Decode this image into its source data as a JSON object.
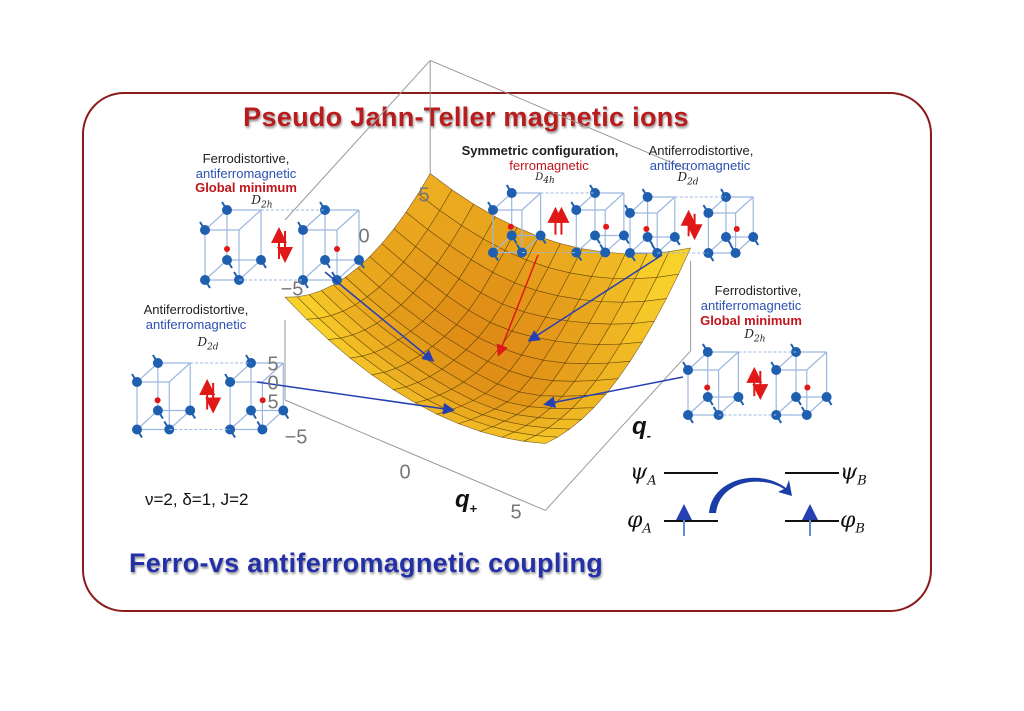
{
  "title": "Pseudo Jahn-Teller magnetic ions",
  "subtitle": "Ferro-vs antiferromagnetic coupling",
  "configs": [
    {
      "id": "a",
      "lines": [
        "Ferrodistortive,",
        "antiferromagnetic",
        "Global minimum"
      ],
      "symmetry": "D",
      "symmetry_sub": "2h",
      "spins": "antiparallel"
    },
    {
      "id": "b",
      "lines": [
        "Symmetric configuration,",
        "ferromagnetic"
      ],
      "symmetry": "D",
      "symmetry_sub": "4h",
      "spins": "parallel"
    },
    {
      "id": "c",
      "lines": [
        "Antiferrodistortive,",
        "antiferromagnetic"
      ],
      "symmetry": "D",
      "symmetry_sub": "2d",
      "spins": "antiparallel"
    },
    {
      "id": "d",
      "lines": [
        "Ferrodistortive,",
        "antiferromagnetic",
        "Global minimum"
      ],
      "symmetry": "D",
      "symmetry_sub": "2h",
      "spins": "antiparallel"
    },
    {
      "id": "e",
      "lines": [
        "Antiferrodistortive,",
        "antiferromagnetic"
      ],
      "symmetry": "D",
      "symmetry_sub": "2d",
      "spins": "antiparallel"
    }
  ],
  "plot": {
    "z_ticks": [
      "5",
      "0",
      "−5"
    ],
    "qminus_ticks": [
      "5",
      "0",
      "5"
    ],
    "qplus_ticks": [
      "−5",
      "0",
      "5"
    ],
    "xlabel": "q",
    "xlabel_sub": "+",
    "ylabel": "q",
    "ylabel_sub": "-"
  },
  "parameters": "ν=2, δ=1, J=2",
  "levels": {
    "psiA": "ψ",
    "psiA_sub": "A",
    "psiB": "ψ",
    "psiB_sub": "B",
    "phiA": "φ",
    "phiA_sub": "A",
    "phiB": "φ",
    "phiB_sub": "B"
  },
  "colors": {
    "title_red": "#b81c1c",
    "title_blue": "#2430a8",
    "node_blue": "#1f5fb0",
    "spin_red": "#d41c1c",
    "surface_high": "#ffe030",
    "surface_low": "#d87a10"
  }
}
